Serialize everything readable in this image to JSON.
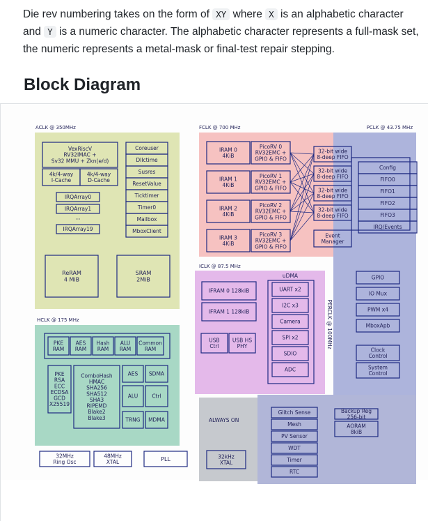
{
  "article": {
    "line1_before": "Die rev numbering takes on the form of ",
    "code_xy": "XY",
    "line1_mid": " where ",
    "code_x": "X",
    "line1_after": " is an alphabetic character",
    "line2_before": "and ",
    "code_y": "Y",
    "line2_after": " is a numeric character. The alphabetic character represents a full-mask set,",
    "line3": "the numeric represents a metal-mask or final-test repair stepping.",
    "heading": "Block Diagram"
  },
  "colors": {
    "aclk": "#dfe5b4",
    "hclk": "#a8d8c5",
    "fclk": "#f6c2c1",
    "pclk": "#adb4dc",
    "iclk": "#e4b9ea",
    "aon": "#c6c9ce",
    "aon_inner": "#b1b6d8",
    "stroke": "#1e2a82"
  },
  "diagram": {
    "aclk_domain": "ACLK @ 350MHz",
    "fclk_domain": "FCLK @ 700 MHz",
    "pclk_domain": "PCLK @ 43.75 MHz",
    "iclk_domain": "ICLK @ 87.5 MHz",
    "hclk_domain": "HCLK @ 175 MHz",
    "perclk": "PERCLK @ 100MHz",
    "always_on": "ALWAYS ON",
    "cpu": [
      "VexRiscV",
      "RV32IMAC +",
      "Sv32 MMU + Zkn(e/d)"
    ],
    "icache": [
      "4k/4-way",
      "I-Cache"
    ],
    "dcache": [
      "4k/4-way",
      "D-Cache"
    ],
    "irq": [
      "IRQArray0",
      "IRQArray1",
      "...",
      "IRQArray19"
    ],
    "core_periph": [
      "Coreuser",
      "DIIctime",
      "Susres",
      "ResetValue",
      "Ticktimer",
      "Timer0",
      "Mailbox",
      "MboxClient"
    ],
    "reram": [
      "ReRAM",
      "4 MiB"
    ],
    "sram": [
      "SRAM",
      "2MiB"
    ],
    "irams": [
      [
        "IRAM 0",
        "4KiB"
      ],
      [
        "IRAM 1",
        "4KiB"
      ],
      [
        "IRAM 2",
        "4KiB"
      ],
      [
        "IRAM 3",
        "4KiB"
      ]
    ],
    "picorvs": [
      [
        "PicoRV 0",
        "RV32EMC +",
        "GPIO & FIFO"
      ],
      [
        "PicoRV 1",
        "RV32EMC +",
        "GPIO & FIFO"
      ],
      [
        "PicoRV 2",
        "RV32EMC +",
        "GPIO & FIFO"
      ],
      [
        "PicoRV 3",
        "RV32EMC +",
        "GPIO & FIFO"
      ]
    ],
    "fifos": [
      [
        "32-bit wide",
        "8-deep FIFO"
      ],
      [
        "32-bit wide",
        "8-deep FIFO"
      ],
      [
        "32-bit wide",
        "8-deep FIFO"
      ],
      [
        "32-bit wide",
        "8-deep FIFO"
      ]
    ],
    "event_manager": [
      "Event",
      "Manager"
    ],
    "pclk_regs": [
      "Config",
      "FIFO0",
      "FIFO1",
      "FIFO2",
      "FIFO3",
      "IRQ/Events"
    ],
    "iframs": [
      "IFRAM 0 128kiB",
      "IFRAM 1 128kiB"
    ],
    "usb_ctrl": [
      "USB",
      "Ctrl"
    ],
    "usb_phy": [
      "USB HS",
      "PHY"
    ],
    "udma": "uDMA",
    "udma_periph": [
      "UART x2",
      "I2C x3",
      "Camera",
      "SPI x2",
      "SDIO",
      "ADC"
    ],
    "pclk_periph": [
      "GPIO",
      "IO Mux",
      "PWM x4",
      "MboxApb"
    ],
    "clock_control": [
      "Clock",
      "Control"
    ],
    "system_control": [
      "System",
      "Control"
    ],
    "crypto_ram": [
      [
        "PKE",
        "RAM"
      ],
      [
        "AES",
        "RAM"
      ],
      [
        "Hash",
        "RAM"
      ],
      [
        "ALU",
        "RAM"
      ],
      [
        "Common",
        "RAM"
      ]
    ],
    "pke": [
      "PKE",
      "RSA",
      "ECC",
      "ECDSA",
      "GCD",
      "X25519"
    ],
    "combohash": [
      "ComboHash",
      "HMAC",
      "SHA256",
      "SHA512",
      "SHA3",
      "RIPEMD",
      "Blake2",
      "Blake3"
    ],
    "aes": "AES",
    "sdma": "SDMA",
    "alu": "ALU",
    "ctrl": "Ctrl",
    "trng": "TRNG",
    "mdma": "MDMA",
    "aon_periph": [
      "Glitch Sense",
      "Mesh",
      "PV Sensor",
      "WDT",
      "Timer",
      "RTC"
    ],
    "backup_reg": [
      "Backup Reg",
      "256-bit"
    ],
    "aoram": [
      "AORAM",
      "8kiB"
    ],
    "ring_osc": [
      "32MHz",
      "Ring Osc"
    ],
    "xtal48": [
      "48MHz",
      "XTAL"
    ],
    "pll": "PLL",
    "xtal32": [
      "32kHz",
      "XTAL"
    ]
  }
}
